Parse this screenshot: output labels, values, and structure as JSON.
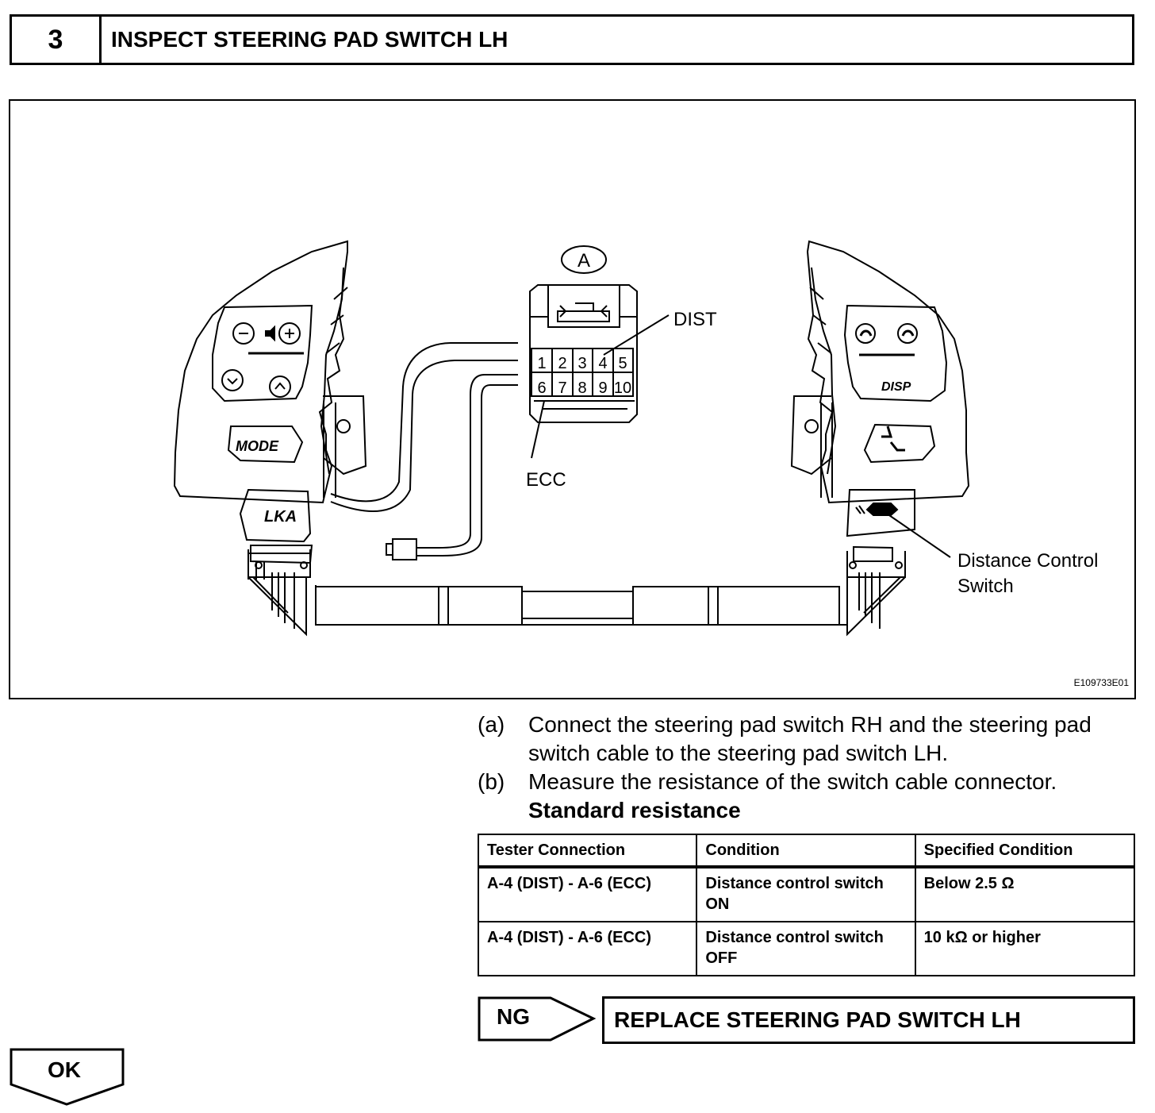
{
  "header": {
    "step_number": "3",
    "title": "INSPECT STEERING PAD SWITCH LH"
  },
  "figure": {
    "connector_label": "A",
    "pins_row1": [
      "1",
      "2",
      "3",
      "4",
      "5"
    ],
    "pins_row2": [
      "6",
      "7",
      "8",
      "9",
      "10"
    ],
    "callout_dist": "DIST",
    "callout_ecc": "ECC",
    "callout_switch_line1": "Distance Control",
    "callout_switch_line2": "Switch",
    "left_buttons": {
      "mode": "MODE",
      "lka": "LKA"
    },
    "right_buttons": {
      "disp": "DISP"
    },
    "illustration_code": "E109733E01"
  },
  "instructions": [
    {
      "letter": "(a)",
      "text": "Connect the steering pad switch RH and the steering pad switch cable to the steering pad switch LH."
    },
    {
      "letter": "(b)",
      "text": "Measure the resistance of the switch cable connector."
    }
  ],
  "standard_label": "Standard resistance",
  "table": {
    "headers": [
      "Tester Connection",
      "Condition",
      "Specified Condition"
    ],
    "rows": [
      [
        "A-4 (DIST) - A-6 (ECC)",
        "Distance control switch ON",
        "Below 2.5 Ω"
      ],
      [
        "A-4 (DIST) - A-6 (ECC)",
        "Distance control switch OFF",
        "10 kΩ or higher"
      ]
    ]
  },
  "ng": {
    "badge": "NG",
    "action": "REPLACE STEERING PAD SWITCH LH"
  },
  "ok": {
    "badge": "OK"
  }
}
